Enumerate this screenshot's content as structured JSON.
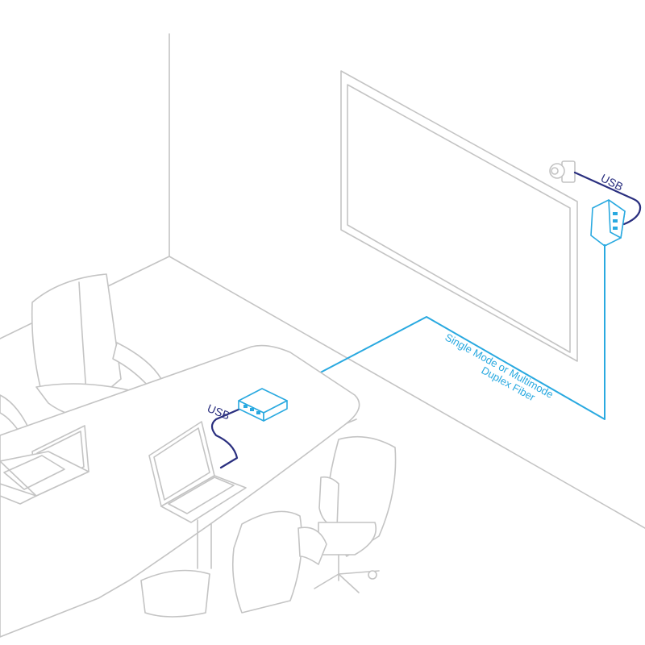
{
  "labels": {
    "usb_camera": "USB",
    "usb_laptop": "USB",
    "fiber_line1": "Single Mode or Multimode",
    "fiber_line2": "Duplex Fiber"
  },
  "colors": {
    "fiber": "#29a9e0",
    "usb": "#2a2f7f",
    "line_art": "#c4c4c4"
  }
}
